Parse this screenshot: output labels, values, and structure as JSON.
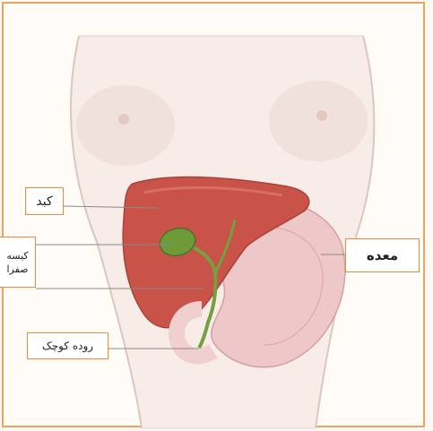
{
  "diagram": {
    "labels": {
      "liver": "کبد",
      "gallbladder": "کیسه صفرا",
      "stomach": "معده",
      "small_intestine": "روده کوچک"
    },
    "colors": {
      "border": "#f0a35a",
      "label_border": "#ea8a3c",
      "liver": "#c8524a",
      "gallbladder": "#6f9a3a",
      "stomach": "#ecc2c4",
      "skin": "#f6ebe6"
    }
  }
}
